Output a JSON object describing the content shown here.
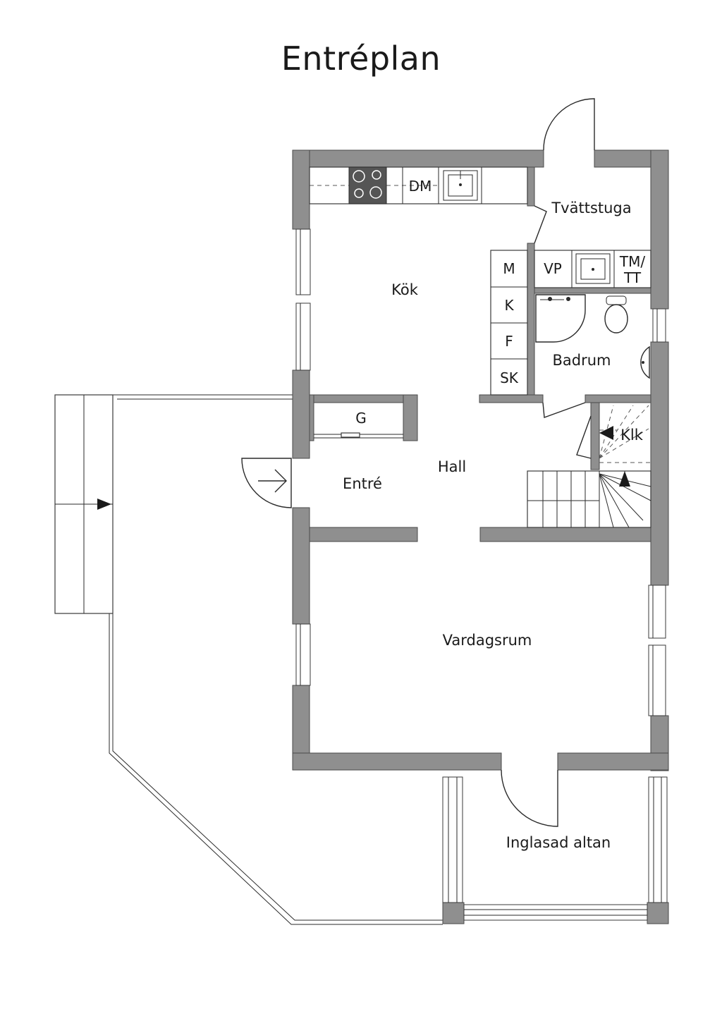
{
  "title": "Entréplan",
  "rooms": {
    "kitchen": "Kök",
    "laundry": "Tvättstuga",
    "bathroom": "Badrum",
    "closet": "Klk",
    "hall": "Hall",
    "entrance": "Entré",
    "living_room": "Vardagsrum",
    "glazed_porch": "Inglasad altan"
  },
  "fixtures": {
    "dishwasher": "DM",
    "microwave": "M",
    "fridge": "K",
    "freezer": "F",
    "cabinet": "SK",
    "water_heater": "VP",
    "washer_dryer_line1": "TM/",
    "washer_dryer_line2": "TT",
    "wardrobe": "G"
  },
  "icons": [
    "stove-icon",
    "sink-icon",
    "toilet-icon",
    "washbasin-icon",
    "shower-icon",
    "door-swing-icon",
    "entry-arrow-icon",
    "stair-arrow-icon"
  ],
  "colors": {
    "wall": "#8f8f8f",
    "line": "#2a2a2a",
    "stove": "#555555"
  }
}
